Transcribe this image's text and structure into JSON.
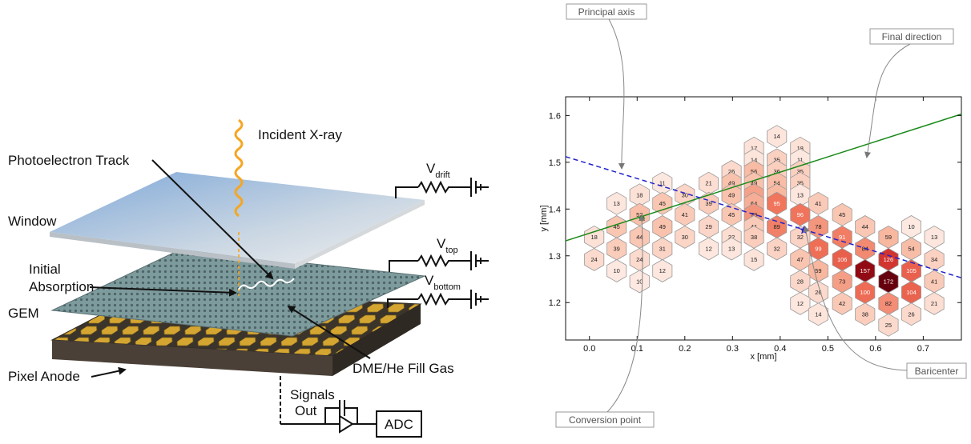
{
  "detector": {
    "labels": {
      "incident": "Incident X-ray",
      "photoelectron": "Photoelectron Track",
      "window": "Window",
      "initial_line1": "Initial",
      "initial_line2": "Absorption",
      "gem": "GEM",
      "pixel_anode": "Pixel Anode",
      "fill_gas": "DME/He Fill Gas",
      "signals_line1": "Signals",
      "signals_line2": "Out",
      "adc": "ADC"
    },
    "voltages": [
      {
        "main": "V",
        "sub": "drift"
      },
      {
        "main": "V",
        "sub": "top"
      },
      {
        "main": "V",
        "sub": "bottom"
      }
    ]
  },
  "callouts": {
    "principal_axis": "Principal axis",
    "final_direction": "Final direction",
    "baricenter": "Baricenter",
    "conversion_point": "Conversion point"
  },
  "chart_data": {
    "type": "heatmap",
    "xlabel": "x [mm]",
    "ylabel": "y [mm]",
    "xlim": [
      -0.05,
      0.78
    ],
    "ylim": [
      1.12,
      1.64
    ],
    "xticks": [
      "0.0",
      "0.1",
      "0.2",
      "0.3",
      "0.4",
      "0.5",
      "0.6",
      "0.7"
    ],
    "yticks": [
      "1.2",
      "1.3",
      "1.4",
      "1.5",
      "1.6"
    ],
    "cells": [
      {
        "x": 0.393,
        "y": 1.555,
        "v": 14
      },
      {
        "x": 0.345,
        "y": 1.53,
        "v": 17
      },
      {
        "x": 0.442,
        "y": 1.53,
        "v": 18
      },
      {
        "x": 0.345,
        "y": 1.505,
        "v": 14
      },
      {
        "x": 0.393,
        "y": 1.505,
        "v": 35
      },
      {
        "x": 0.442,
        "y": 1.505,
        "v": 11
      },
      {
        "x": 0.298,
        "y": 1.48,
        "v": 26
      },
      {
        "x": 0.345,
        "y": 1.48,
        "v": 56
      },
      {
        "x": 0.393,
        "y": 1.48,
        "v": 36
      },
      {
        "x": 0.442,
        "y": 1.48,
        "v": 35
      },
      {
        "x": 0.153,
        "y": 1.455,
        "v": 11
      },
      {
        "x": 0.25,
        "y": 1.455,
        "v": 21
      },
      {
        "x": 0.298,
        "y": 1.455,
        "v": 49
      },
      {
        "x": 0.345,
        "y": 1.455,
        "v": 49
      },
      {
        "x": 0.393,
        "y": 1.455,
        "v": 54
      },
      {
        "x": 0.442,
        "y": 1.455,
        "v": 35
      },
      {
        "x": 0.105,
        "y": 1.43,
        "v": 18
      },
      {
        "x": 0.2,
        "y": 1.43,
        "v": 30
      },
      {
        "x": 0.298,
        "y": 1.43,
        "v": 49
      },
      {
        "x": 0.345,
        "y": 1.43,
        "v": 71
      },
      {
        "x": 0.393,
        "y": 1.43,
        "v": 58
      },
      {
        "x": 0.442,
        "y": 1.43,
        "v": 13
      },
      {
        "x": 0.057,
        "y": 1.412,
        "v": 13
      },
      {
        "x": 0.153,
        "y": 1.412,
        "v": 45
      },
      {
        "x": 0.25,
        "y": 1.412,
        "v": 39
      },
      {
        "x": 0.345,
        "y": 1.412,
        "v": 64
      },
      {
        "x": 0.393,
        "y": 1.412,
        "v": 95
      },
      {
        "x": 0.48,
        "y": 1.412,
        "v": 41
      },
      {
        "x": 0.105,
        "y": 1.388,
        "v": 52
      },
      {
        "x": 0.2,
        "y": 1.388,
        "v": 41
      },
      {
        "x": 0.298,
        "y": 1.388,
        "v": 45
      },
      {
        "x": 0.345,
        "y": 1.388,
        "v": 79
      },
      {
        "x": 0.442,
        "y": 1.388,
        "v": 96
      },
      {
        "x": 0.53,
        "y": 1.388,
        "v": 45
      },
      {
        "x": 0.057,
        "y": 1.362,
        "v": 45
      },
      {
        "x": 0.153,
        "y": 1.362,
        "v": 49
      },
      {
        "x": 0.25,
        "y": 1.362,
        "v": 29
      },
      {
        "x": 0.345,
        "y": 1.362,
        "v": 41
      },
      {
        "x": 0.393,
        "y": 1.362,
        "v": 89
      },
      {
        "x": 0.48,
        "y": 1.362,
        "v": 78
      },
      {
        "x": 0.578,
        "y": 1.362,
        "v": 44
      },
      {
        "x": 0.675,
        "y": 1.362,
        "v": 10
      },
      {
        "x": 0.01,
        "y": 1.34,
        "v": 18
      },
      {
        "x": 0.105,
        "y": 1.34,
        "v": 44
      },
      {
        "x": 0.2,
        "y": 1.34,
        "v": 30
      },
      {
        "x": 0.298,
        "y": 1.34,
        "v": 22
      },
      {
        "x": 0.345,
        "y": 1.34,
        "v": 38
      },
      {
        "x": 0.442,
        "y": 1.34,
        "v": 32
      },
      {
        "x": 0.53,
        "y": 1.34,
        "v": 91
      },
      {
        "x": 0.627,
        "y": 1.34,
        "v": 59
      },
      {
        "x": 0.723,
        "y": 1.34,
        "v": 13
      },
      {
        "x": 0.057,
        "y": 1.315,
        "v": 39
      },
      {
        "x": 0.153,
        "y": 1.315,
        "v": 31
      },
      {
        "x": 0.25,
        "y": 1.315,
        "v": 12
      },
      {
        "x": 0.298,
        "y": 1.315,
        "v": 13
      },
      {
        "x": 0.393,
        "y": 1.315,
        "v": 32
      },
      {
        "x": 0.48,
        "y": 1.315,
        "v": 99
      },
      {
        "x": 0.578,
        "y": 1.315,
        "v": 84
      },
      {
        "x": 0.675,
        "y": 1.315,
        "v": 54
      },
      {
        "x": 0.01,
        "y": 1.292,
        "v": 24
      },
      {
        "x": 0.105,
        "y": 1.292,
        "v": 24
      },
      {
        "x": 0.345,
        "y": 1.292,
        "v": 15
      },
      {
        "x": 0.442,
        "y": 1.292,
        "v": 47
      },
      {
        "x": 0.53,
        "y": 1.292,
        "v": 106
      },
      {
        "x": 0.627,
        "y": 1.292,
        "v": 126
      },
      {
        "x": 0.723,
        "y": 1.292,
        "v": 34
      },
      {
        "x": 0.057,
        "y": 1.268,
        "v": 10
      },
      {
        "x": 0.153,
        "y": 1.268,
        "v": 12
      },
      {
        "x": 0.48,
        "y": 1.268,
        "v": 59
      },
      {
        "x": 0.578,
        "y": 1.268,
        "v": 157
      },
      {
        "x": 0.675,
        "y": 1.268,
        "v": 105
      },
      {
        "x": 0.105,
        "y": 1.245,
        "v": 10
      },
      {
        "x": 0.442,
        "y": 1.245,
        "v": 28
      },
      {
        "x": 0.53,
        "y": 1.245,
        "v": 73
      },
      {
        "x": 0.627,
        "y": 1.245,
        "v": 172
      },
      {
        "x": 0.723,
        "y": 1.245,
        "v": 41
      },
      {
        "x": 0.48,
        "y": 1.222,
        "v": 26
      },
      {
        "x": 0.578,
        "y": 1.222,
        "v": 100
      },
      {
        "x": 0.675,
        "y": 1.222,
        "v": 104
      },
      {
        "x": 0.442,
        "y": 1.198,
        "v": 12
      },
      {
        "x": 0.53,
        "y": 1.198,
        "v": 42
      },
      {
        "x": 0.627,
        "y": 1.198,
        "v": 82
      },
      {
        "x": 0.723,
        "y": 1.198,
        "v": 21
      },
      {
        "x": 0.48,
        "y": 1.175,
        "v": 14
      },
      {
        "x": 0.578,
        "y": 1.175,
        "v": 38
      },
      {
        "x": 0.675,
        "y": 1.175,
        "v": 26
      },
      {
        "x": 0.627,
        "y": 1.152,
        "v": 25
      }
    ],
    "green_line": [
      [
        -0.05,
        1.332
      ],
      [
        0.78,
        1.603
      ]
    ],
    "blue_line": [
      [
        -0.05,
        1.512
      ],
      [
        0.78,
        1.253
      ]
    ],
    "conversion_point": [
      0.11,
      1.38
    ],
    "baricenter": [
      0.45,
      1.355
    ]
  },
  "colors": {
    "hex_light": "#fde9e1",
    "hex_dark": "#67000d",
    "green": "#1a8a1a",
    "blue": "#2222cc",
    "xray": "#f5a623"
  }
}
